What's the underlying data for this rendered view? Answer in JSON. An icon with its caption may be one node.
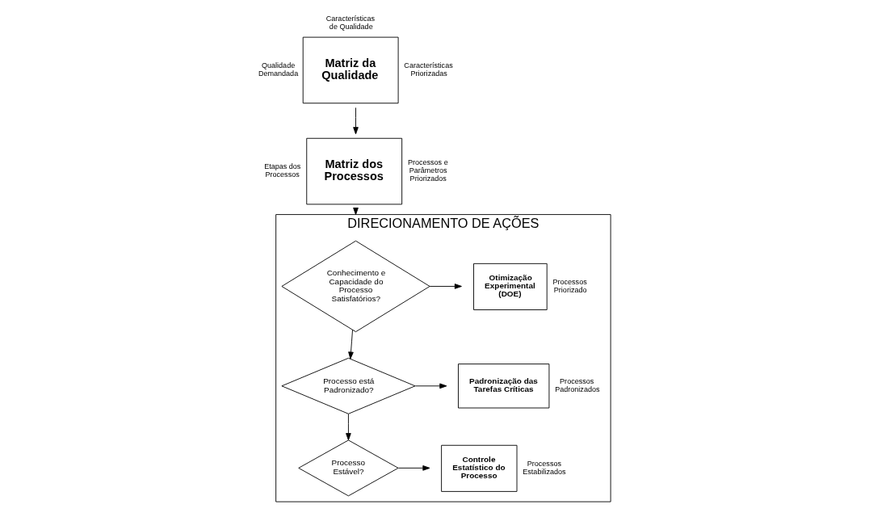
{
  "diagram": {
    "nodes": [
      {
        "text": [
          "Matriz da Qualidade"
        ],
        "beside": [
          "Características de Qualidade",
          "Qualidade Demandada",
          "Características Priorizadas"
        ]
      },
      {
        "text": [
          "Matriz dos Processos"
        ],
        "beside": [
          "Etapas dos Processos",
          "Processos e Parâmetros Priorizados"
        ]
      },
      {
        "text": [
          "DIRECIONAMENTO DE AÇÕES"
        ]
      },
      {
        "text": [
          "Conhecimento e Capacidade do Processo Satisfatórios?"
        ],
        "in": 2
      },
      {
        "text": [
          "Otimização Experimental (DOE)"
        ],
        "in": 2,
        "beside": [
          "Processos Priorizado"
        ]
      },
      {
        "text": [
          "Processo está Padronizado?"
        ],
        "in": 2
      },
      {
        "text": [
          "Padronização das Tarefas Críticas"
        ],
        "in": 2,
        "beside": [
          "Processos Padronizados"
        ]
      },
      {
        "text": [
          "Processo Estável?"
        ],
        "in": 2
      },
      {
        "text": [
          "Controle Estatístico do Processo"
        ],
        "in": 2,
        "beside": [
          "Processos Estabilizados"
        ]
      }
    ],
    "edges": [
      {
        "from": 0,
        "to": 1,
        "arrow": "to"
      },
      {
        "from": 1,
        "to": 2,
        "arrow": "to"
      },
      {
        "from": 3,
        "to": 4,
        "arrow": "to"
      },
      {
        "from": 3,
        "to": 5,
        "arrow": "to"
      },
      {
        "from": 5,
        "to": 6,
        "arrow": "to"
      },
      {
        "from": 5,
        "to": 7,
        "arrow": "to"
      },
      {
        "from": 7,
        "to": 8,
        "arrow": "to"
      }
    ]
  }
}
